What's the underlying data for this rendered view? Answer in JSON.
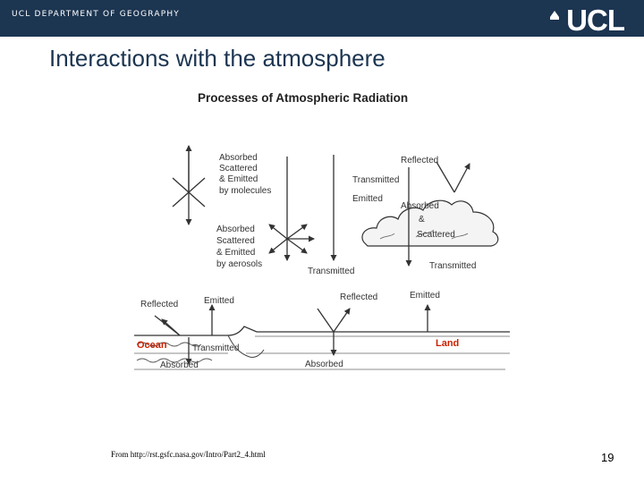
{
  "header": {
    "department": "UCL DEPARTMENT OF GEOGRAPHY",
    "logo_text": "UCL"
  },
  "slide": {
    "title": "Interactions with the atmosphere",
    "source": "From http://rst.gsfc.nasa.gov/Intro/Part2_4.html",
    "page_number": "19"
  },
  "diagram": {
    "title": "Processes of Atmospheric Radiation",
    "molecules_label": [
      "Absorbed",
      "Scattered",
      "& Emitted",
      "by molecules"
    ],
    "aerosols_label": [
      "Absorbed",
      "Scattered",
      "& Emitted",
      "by aerosols"
    ],
    "transmitted_center": "Transmitted",
    "transmitted_upper": "Transmitted",
    "emitted_upper": "Emitted",
    "reflected_cloud": "Reflected",
    "cloud_label": [
      "Absorbed",
      "&",
      "Scattered"
    ],
    "transmitted_cloud": "Transmitted",
    "reflected_ocean": "Reflected",
    "emitted_ocean": "Emitted",
    "ocean": "Ocean",
    "transmitted_ocean": "Transmitted",
    "absorbed_ocean": "Absorbed",
    "reflected_ground": "Reflected",
    "emitted_land": "Emitted",
    "land": "Land",
    "absorbed_ground": "Absorbed",
    "colors": {
      "ink": "#333333",
      "ocean_land": "#cc2200",
      "header": "#1c3551"
    }
  }
}
